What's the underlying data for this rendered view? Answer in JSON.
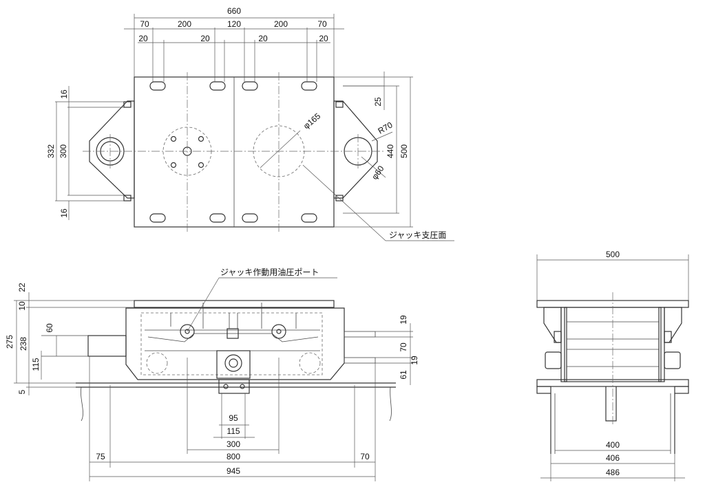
{
  "top_view": {
    "dims_top": [
      "660",
      "70",
      "200",
      "120",
      "200",
      "70",
      "20",
      "20",
      "20",
      "20"
    ],
    "dims_left": [
      "16",
      "332",
      "300",
      "16"
    ],
    "dims_right": [
      "25",
      "440",
      "500"
    ],
    "labels": [
      "φ165",
      "R70",
      "φ60"
    ]
  },
  "front_view": {
    "dims_left": [
      "22",
      "10",
      "275",
      "60",
      "238",
      "115",
      "5"
    ],
    "dims_right": [
      "19",
      "70",
      "19",
      "61"
    ],
    "dims_bottom": [
      "95",
      "115",
      "300",
      "75",
      "800",
      "70",
      "945"
    ]
  },
  "side_view": {
    "dims": [
      "500",
      "400",
      "406",
      "486"
    ]
  },
  "callouts": {
    "jack_support_face": "ジャッキ支圧面",
    "jack_oil_port": "ジャッキ作動用油圧ポート"
  }
}
